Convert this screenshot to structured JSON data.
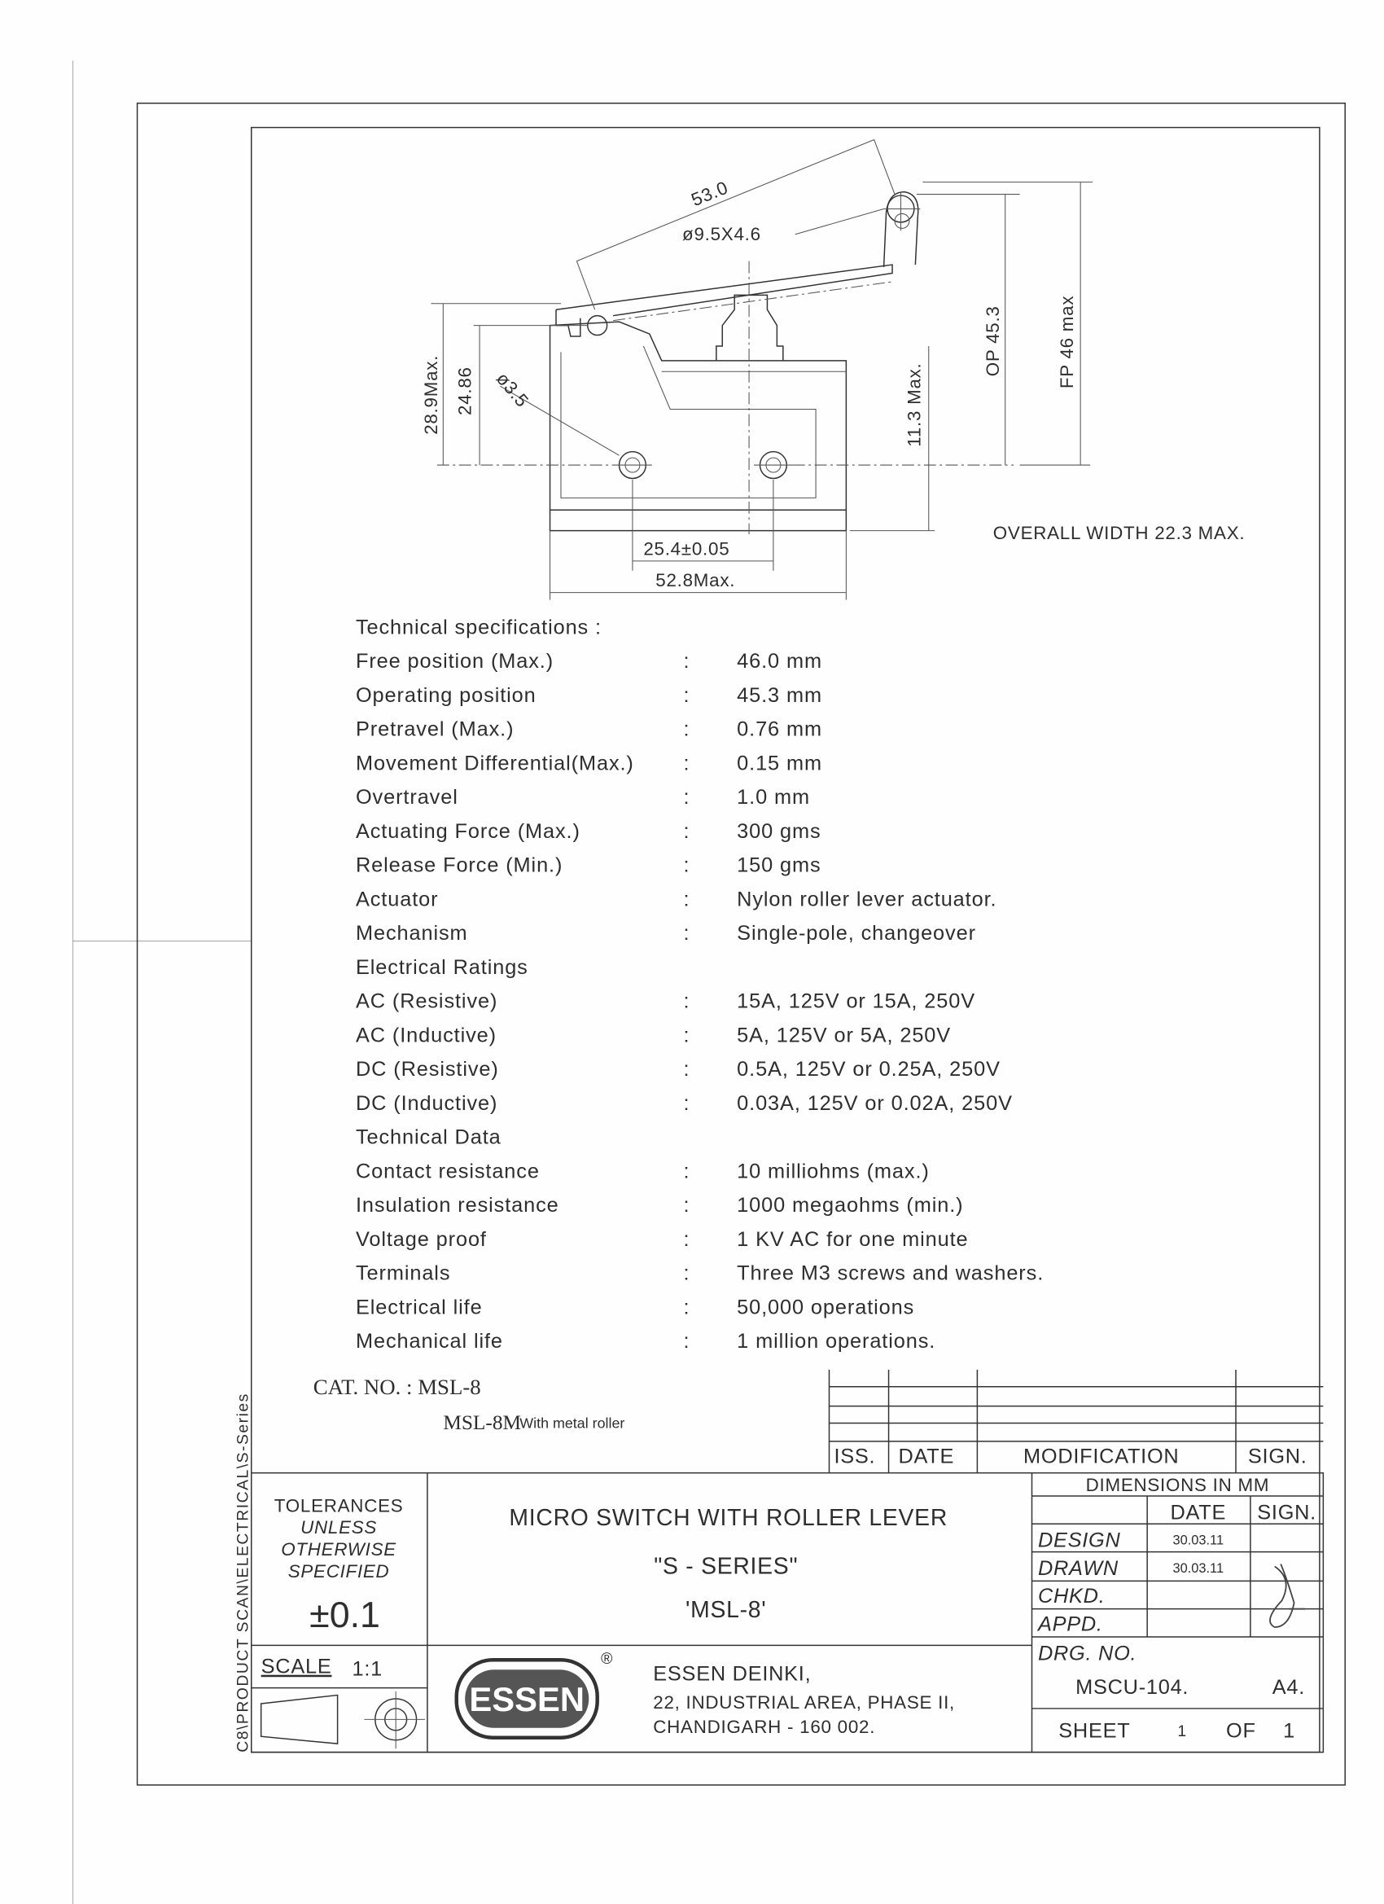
{
  "side_label": "C8\\PRODUCT SCAN\\ELECTRICAL\\S-Series",
  "drawing": {
    "dim_lever_length": "53.0",
    "dim_roller": "ø9.5X4.6",
    "dim_height_max": "28.9Max.",
    "dim_pivot_height": "24.86",
    "dim_hole_dia": "ø3.5",
    "dim_plunger": "11.3 Max.",
    "dim_op": "OP 45.3",
    "dim_fp": "FP 46 max",
    "dim_hole_spacing": "25.4±0.05",
    "dim_length": "52.8Max.",
    "overall_width": "OVERALL WIDTH 22.3 MAX."
  },
  "specs": [
    {
      "label": "Technical specifications :",
      "header": true
    },
    {
      "label": "Free position (Max.)",
      "value": "46.0 mm"
    },
    {
      "label": "Operating position",
      "value": "45.3 mm"
    },
    {
      "label": "Pretravel (Max.)",
      "value": "0.76 mm"
    },
    {
      "label": "Movement Differential(Max.)",
      "value": "0.15 mm"
    },
    {
      "label": "Overtravel",
      "value": "1.0 mm"
    },
    {
      "label": "Actuating Force (Max.)",
      "value": "300 gms"
    },
    {
      "label": "Release Force (Min.)",
      "value": "150 gms"
    },
    {
      "label": "Actuator",
      "value": "Nylon roller lever actuator."
    },
    {
      "label": "Mechanism",
      "value": "Single-pole, changeover"
    },
    {
      "label": "Electrical Ratings",
      "header": true
    },
    {
      "label": "AC (Resistive)",
      "value": "15A, 125V or 15A, 250V"
    },
    {
      "label": "AC (Inductive)",
      "value": "5A, 125V or 5A, 250V"
    },
    {
      "label": "DC (Resistive)",
      "value": "0.5A, 125V or 0.25A, 250V"
    },
    {
      "label": "DC (Inductive)",
      "value": "0.03A, 125V or 0.02A, 250V"
    },
    {
      "label": "Technical Data",
      "header": true
    },
    {
      "label": "Contact resistance",
      "value": "10 milliohms (max.)"
    },
    {
      "label": "Insulation resistance",
      "value": "1000 megaohms (min.)"
    },
    {
      "label": "Voltage proof",
      "value": "1 KV AC for one minute"
    },
    {
      "label": "Terminals",
      "value": "Three M3 screws and washers."
    },
    {
      "label": "Electrical life",
      "value": "50,000 operations"
    },
    {
      "label": "Mechanical life",
      "value": "1 million operations."
    }
  ],
  "colon": ":",
  "catalog": {
    "label": "CAT. NO. : MSL-8",
    "alt_model": "MSL-8M",
    "alt_note": "With metal roller"
  },
  "revisions": {
    "iss": "ISS.",
    "date": "DATE",
    "modification": "MODIFICATION",
    "sign": "SIGN."
  },
  "title_block": {
    "tolerances": [
      "TOLERANCES",
      "UNLESS",
      "OTHERWISE",
      "SPECIFIED"
    ],
    "tolerance_value": "±0.1",
    "title": "MICRO SWITCH WITH ROLLER LEVER",
    "series": "\"S - SERIES\"",
    "model": "'MSL-8'",
    "scale_label": "SCALE",
    "scale_value": "1:1",
    "logo_text": "ESSEN",
    "logo_reg": "®",
    "company": "ESSEN DEINKI,",
    "address1": "22, INDUSTRIAL AREA, PHASE II,",
    "address2": "CHANDIGARH - 160 002.",
    "dimensions_note": "DIMENSIONS IN MM",
    "date_hdr": "DATE",
    "sign_hdr": "SIGN.",
    "design": "DESIGN",
    "design_date": "30.03.11",
    "drawn": "DRAWN",
    "drawn_date": "30.03.11",
    "chkd": "CHKD.",
    "appd": "APPD.",
    "drg_no_label": "DRG. NO.",
    "drg_no": "MSCU-104.",
    "paper": "A4.",
    "sheet_label": "SHEET",
    "sheet": "1",
    "of_label": "OF",
    "sheets": "1"
  }
}
